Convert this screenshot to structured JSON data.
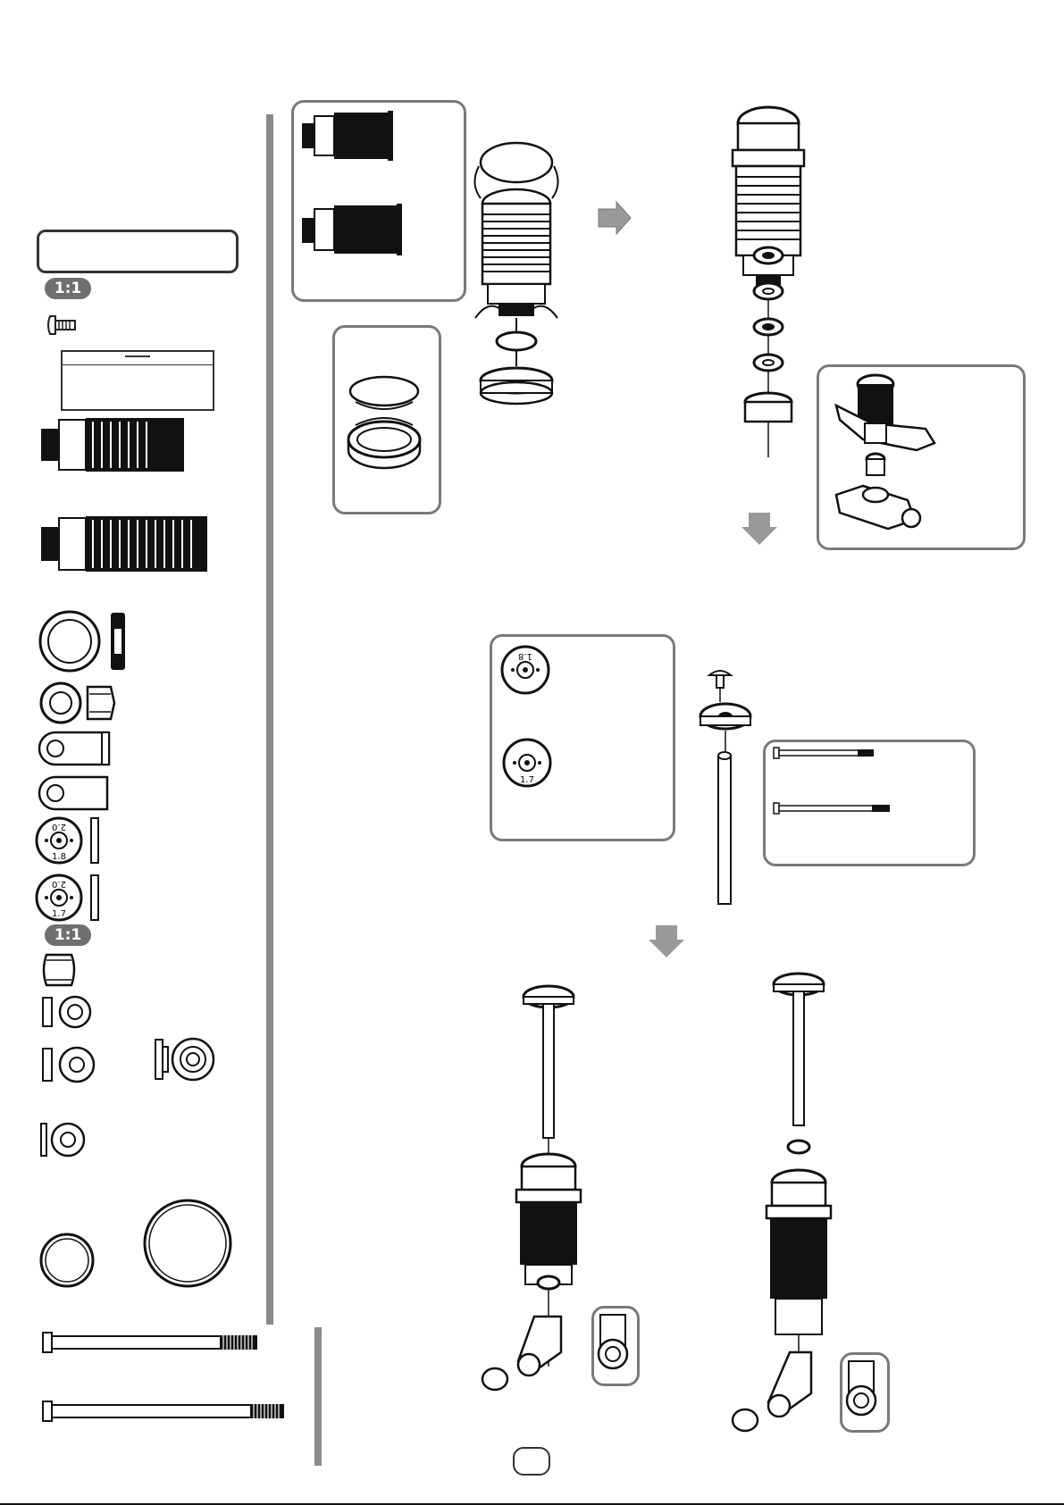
{
  "parts_list": {
    "scale_badge_1": "1:1",
    "scale_badge_2": "1:1"
  },
  "callouts": {
    "step1": [
      "body-short",
      "body-long"
    ],
    "piston_choices": [
      "1.8",
      "1.7"
    ]
  },
  "piston_markings": {
    "top_number": "2.0",
    "variant_a": "1.8",
    "variant_b": "1.7"
  },
  "page_number": ""
}
